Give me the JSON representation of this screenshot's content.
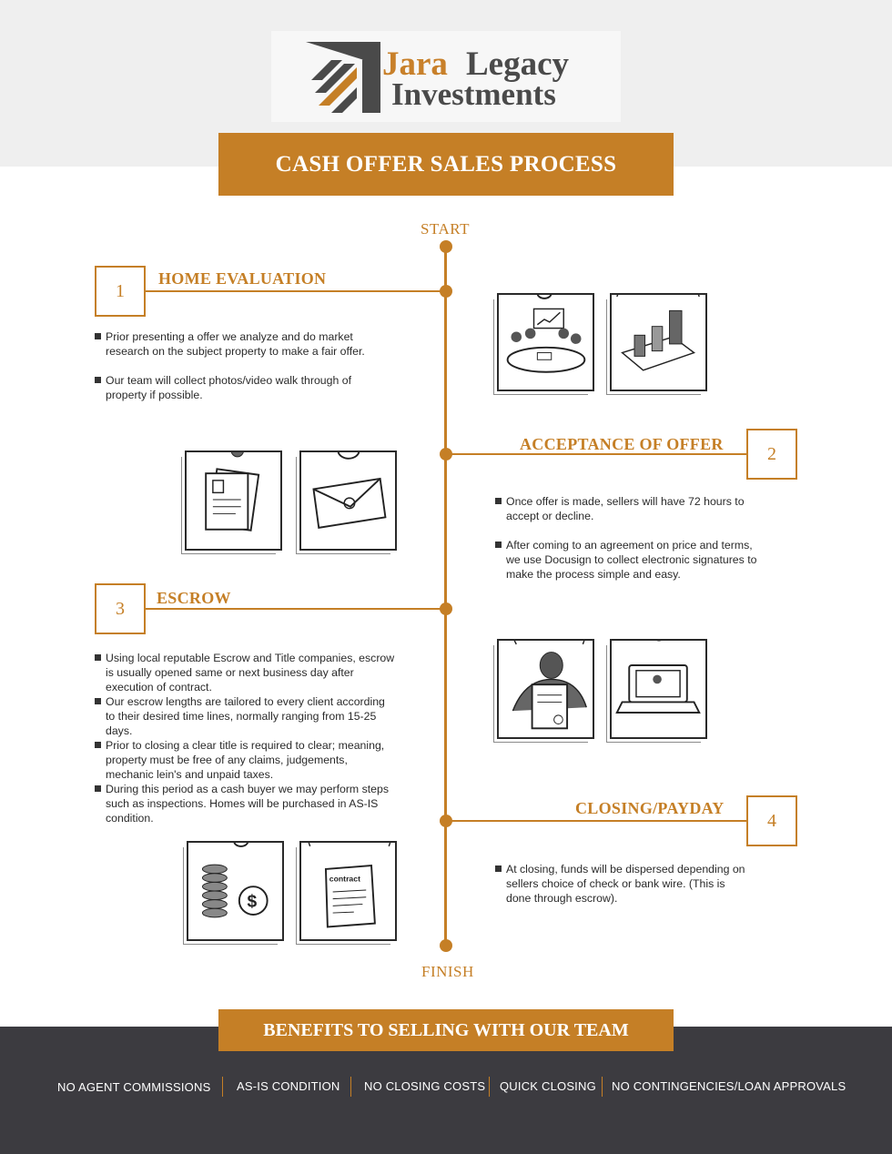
{
  "brand": {
    "name_part1": "Jara",
    "name_part2": "Legacy",
    "name_part3": "Investments",
    "accent_color": "#c57f26",
    "dark_color": "#3c3b40"
  },
  "title": "CASH OFFER SALES PROCESS",
  "timeline": {
    "start_label": "START",
    "finish_label": "FINISH"
  },
  "steps": [
    {
      "number": "1",
      "title": "HOME EVALUATION",
      "bullets": [
        "Prior presenting a offer we analyze and do market research on the subject property to make a fair offer.",
        "Our team will collect photos/video walk through of property if possible."
      ]
    },
    {
      "number": "2",
      "title": "ACCEPTANCE OF OFFER",
      "bullets": [
        "Once offer is made, sellers will have 72 hours to accept or decline.",
        "After coming to an agreement on price and terms, we use Docusign to collect electronic signatures to make the process simple and easy."
      ]
    },
    {
      "number": "3",
      "title": "ESCROW",
      "bullets": [
        "Using local reputable Escrow and Title companies, escrow is usually opened same or next business day after execution of contract.",
        "Our escrow lengths are tailored to every client according to their desired time lines, normally ranging from 15-25 days.",
        "Prior to closing a clear title is required to clear; meaning, property must be free of any claims, judgements, mechanic lein's and unpaid taxes.",
        "During this period as a cash buyer we may perform steps such as inspections. Homes will be purchased in AS-IS condition."
      ]
    },
    {
      "number": "4",
      "title": "CLOSING/PAYDAY",
      "bullets": [
        "At closing, funds will be dispersed depending on sellers choice of check or bank wire. (This is done through escrow)."
      ]
    }
  ],
  "illustrations": {
    "meeting": "meeting-icon",
    "charts": "bar-chart-icon",
    "documents": "document-icon",
    "envelope": "envelope-icon",
    "person_document": "person-holding-document-icon",
    "laptop": "laptop-icon",
    "coins": "coins-dollar-icon",
    "contract": "contract-icon",
    "contract_text": "contract"
  },
  "benefits": {
    "title": "BENEFITS TO SELLING WITH OUR TEAM",
    "items": [
      "NO AGENT COMMISSIONS",
      "AS-IS CONDITION",
      "NO CLOSING COSTS",
      "QUICK CLOSING",
      "NO CONTINGENCIES/LOAN APPROVALS"
    ]
  }
}
